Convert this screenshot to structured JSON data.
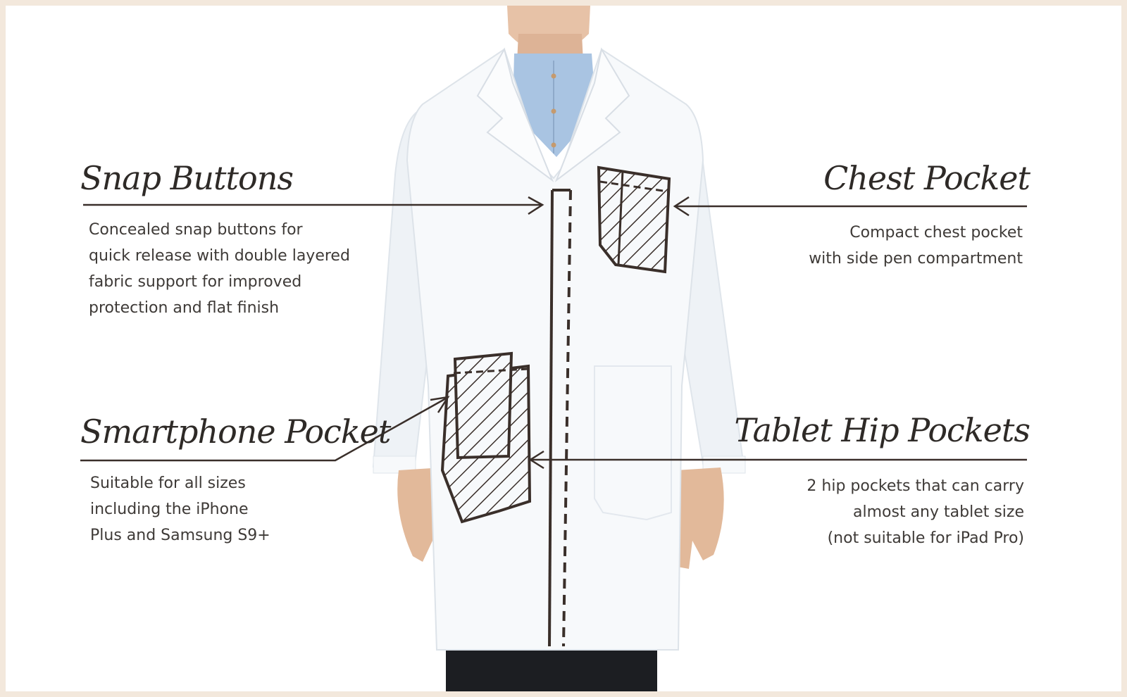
{
  "features": {
    "snap_buttons": {
      "heading": "Snap Buttons",
      "lines": [
        "Concealed snap buttons for",
        "quick release with double layered",
        "fabric support for improved",
        "protection and flat finish"
      ]
    },
    "chest_pocket": {
      "heading": "Chest Pocket",
      "lines": [
        "Compact chest pocket",
        "with side pen compartment"
      ]
    },
    "smartphone_pocket": {
      "heading": "Smartphone Pocket",
      "lines": [
        "Suitable for all sizes",
        "including the iPhone",
        "Plus and Samsung S9+"
      ]
    },
    "tablet_hip_pockets": {
      "heading": "Tablet Hip Pockets",
      "lines": [
        "2 hip pockets that can carry",
        "almost any tablet size",
        "(not suitable for iPad Pro)"
      ]
    }
  },
  "colors": {
    "frame": "#f3e8dc",
    "ink": "#3a2f2a",
    "coat": "#f7f9fb",
    "shirt": "#a9c4e2",
    "skin": "#e2b99a",
    "trousers": "#1c1e22"
  }
}
